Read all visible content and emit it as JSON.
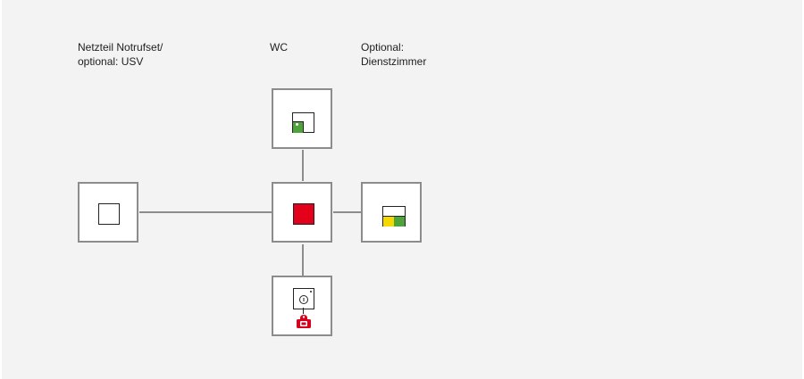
{
  "labels": {
    "power_supply": {
      "line1": "Netzteil Notrufset/",
      "line2": "optional: USV"
    },
    "wc": {
      "line1": "WC"
    },
    "duty_room": {
      "line1": "Optional:",
      "line2": "Dienstzimmer"
    }
  },
  "colors": {
    "background": "#f3f3f3",
    "box_border": "#8c8c8c",
    "connector": "#8c8c8c",
    "control_unit_red": "#e2001a",
    "status_green": "#4ea33a",
    "status_yellow": "#f5d800",
    "alarm_red": "#d6001c"
  },
  "icons": {
    "power_supply": "white-square-icon",
    "wc": "green-button-switch-icon",
    "control_unit": "red-square-icon",
    "duty_room": "yellow-green-indicator-icon",
    "pull_cord": "pull-cord-bell-icon"
  }
}
